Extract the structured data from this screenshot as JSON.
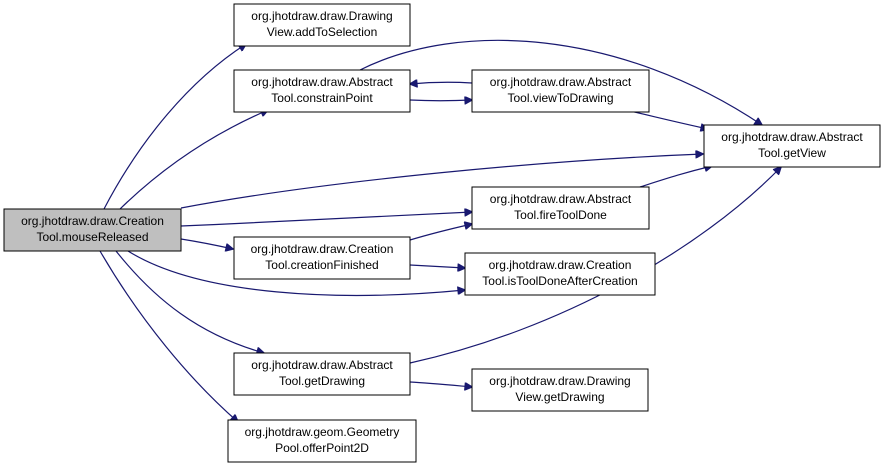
{
  "colors": {
    "edge": "#191970",
    "node_border": "#000000",
    "node_fill": "#ffffff",
    "root_fill": "#bfbfbf"
  },
  "nodes": {
    "mouse_released": {
      "line1": "org.jhotdraw.draw.Creation",
      "line2": "Tool.mouseReleased"
    },
    "add_to_selection": {
      "line1": "org.jhotdraw.draw.Drawing",
      "line2": "View.addToSelection"
    },
    "constrain_point": {
      "line1": "org.jhotdraw.draw.Abstract",
      "line2": "Tool.constrainPoint"
    },
    "view_to_drawing": {
      "line1": "org.jhotdraw.draw.Abstract",
      "line2": "Tool.viewToDrawing"
    },
    "get_view": {
      "line1": "org.jhotdraw.draw.Abstract",
      "line2": "Tool.getView"
    },
    "fire_tool_done": {
      "line1": "org.jhotdraw.draw.Abstract",
      "line2": "Tool.fireToolDone"
    },
    "creation_finished": {
      "line1": "org.jhotdraw.draw.Creation",
      "line2": "Tool.creationFinished"
    },
    "is_tool_done_after_creation": {
      "line1": "org.jhotdraw.draw.Creation",
      "line2": "Tool.isToolDoneAfterCreation"
    },
    "get_drawing_abstract": {
      "line1": "org.jhotdraw.draw.Abstract",
      "line2": "Tool.getDrawing"
    },
    "get_drawing_view": {
      "line1": "org.jhotdraw.draw.Drawing",
      "line2": "View.getDrawing"
    },
    "offer_point2d": {
      "line1": "org.jhotdraw.geom.Geometry",
      "line2": "Pool.offerPoint2D"
    }
  }
}
